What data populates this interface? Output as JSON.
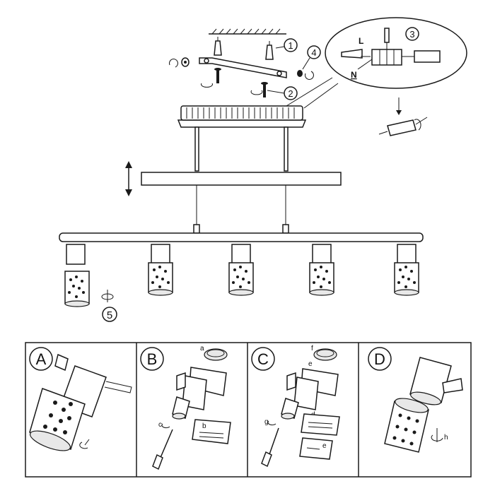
{
  "callouts": {
    "step1": "1",
    "step2": "2",
    "step3": "3",
    "step4": "4",
    "step5": "5"
  },
  "wiring": {
    "live_label": "L",
    "neutral_label": "N"
  },
  "panels": [
    {
      "letter": "A"
    },
    {
      "letter": "B",
      "parts": [
        "a",
        "b",
        "c"
      ]
    },
    {
      "letter": "C",
      "parts": [
        "f",
        "e",
        "d",
        "e",
        "g"
      ]
    },
    {
      "letter": "D",
      "parts": [
        "h"
      ]
    }
  ],
  "spot_count": 5,
  "icons": [
    "screw-icon",
    "wall-plug-icon",
    "rotate-arrow-icon",
    "vertical-adjust-arrow-icon",
    "screwdriver-icon"
  ]
}
